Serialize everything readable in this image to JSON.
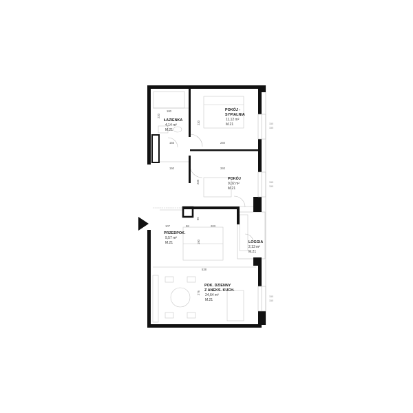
{
  "rooms": {
    "bathroom": {
      "name": "ŁAZIENKA",
      "area": "4,14 m²",
      "code": "M.21"
    },
    "bedroom": {
      "name_line1": "POKÓJ -",
      "name_line2": "SYPIALNIA",
      "area": "11,12 m²",
      "code": "M.21"
    },
    "room": {
      "name": "POKÓJ",
      "area": "9,02 m²",
      "code": "M.21"
    },
    "hall": {
      "name": "PRZEDPOK.",
      "area": "9,57 m²",
      "code": "M.21"
    },
    "loggia": {
      "name": "LOGGIA",
      "area": "2,13 m²",
      "code": "M.21"
    },
    "living": {
      "name_line1": "POK. DZIENNY",
      "name_line2": "Z ANEKS. KUCH.",
      "area": "24,64 m²",
      "code": "M.21"
    }
  },
  "dimensions": {
    "d1": "180",
    "d2": "220",
    "d3": "230",
    "d4": "155",
    "d5": "240",
    "d6": "150",
    "d7": "340",
    "d8": "235",
    "d9": "107",
    "d10": "203",
    "d11": "58",
    "d12": "190",
    "d13": "538",
    "d14": "276",
    "d15": "90"
  },
  "windows": {
    "w1a": "150",
    "w1b": "150",
    "w2a": "150",
    "w2b": "150",
    "w3a": "150",
    "w3b": "150"
  },
  "colors": {
    "wall": "#111111",
    "thin_line": "#bdbdbd",
    "background": "#ffffff"
  },
  "icons": {
    "entrance": "entrance-arrow-icon"
  }
}
